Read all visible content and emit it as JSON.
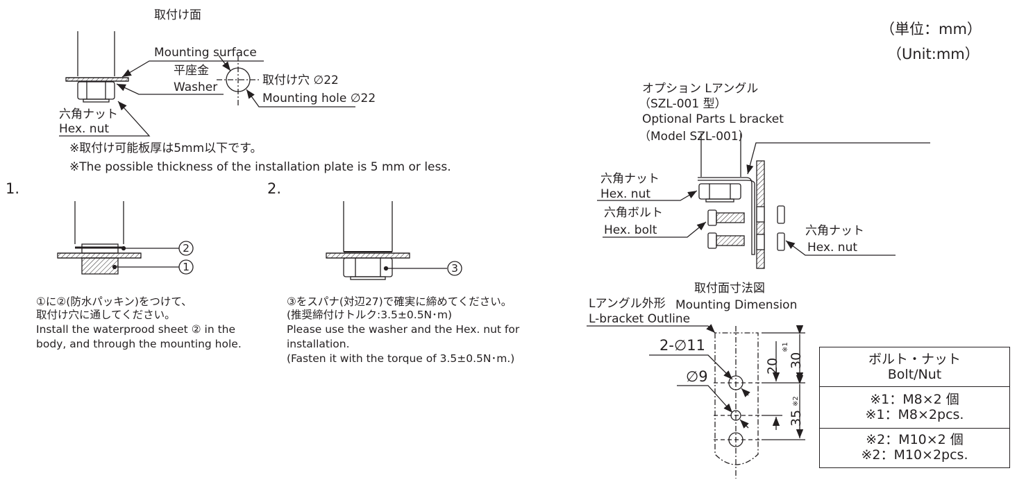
{
  "unit": {
    "ja": "（単位：mm）",
    "en": "（Unit:mm）"
  },
  "top_detail": {
    "mounting_surface_ja": "取付け面",
    "mounting_surface_en": "Mounting surface",
    "washer_ja": "平座金",
    "washer_en": "Washer",
    "hex_nut_ja": "六角ナット",
    "hex_nut_en": "Hex. nut",
    "hole_ja": "取付け穴 ∅22",
    "hole_en": "Mounting hole ∅22",
    "note_ja": "※取付け可能板厚は5mm以下です。",
    "note_en": "※The possible thickness of the installation plate is 5 mm or less."
  },
  "step1": {
    "number": "1.",
    "callout_2": "2",
    "callout_1": "1",
    "text_ja_1": "①に②(防水パッキン)をつけて、",
    "text_ja_2": "取付け穴に通してください。",
    "text_en_1": "Install the waterprood sheet ② in the",
    "text_en_2": "body, and through the mounting hole."
  },
  "step2": {
    "number": "2.",
    "callout_3": "3",
    "text_ja_1": "③をスパナ(対辺27)で確実に締めてください。",
    "text_ja_2": "(推奨締付けトルク:3.5±0.5N･m)",
    "text_en_1": "Please use the washer and the Hex. nut for",
    "text_en_2": "installation.",
    "text_en_3": "(Fasten it with the torque of 3.5±0.5N･m.)"
  },
  "bracket": {
    "option_ja": "オプション Lアングル",
    "model_ja": "（SZL-001 型）",
    "option_en": "Optional Parts L bracket",
    "model_en": "（Model SZL-001）",
    "hex_nut_ja": "六角ナット",
    "hex_nut_en": "Hex. nut",
    "hex_bolt_ja": "六角ボルト",
    "hex_bolt_en": "Hex. bolt",
    "hex_nut2_ja": "六角ナット",
    "hex_nut2_en": "Hex. nut"
  },
  "dimension": {
    "title_ja": "取付面寸法図",
    "title_en": "Mounting Dimension",
    "outline_ja": "Lアングル外形",
    "outline_en": "L-bracket Outline",
    "hole_large": "2-∅11",
    "hole_small": "∅9",
    "dim_20": "20",
    "dim_20_note": "※1",
    "dim_30": "30",
    "dim_35": "35",
    "dim_35_note": "※2"
  },
  "table": {
    "header_ja": "ボルト・ナット",
    "header_en": "Bolt/Nut",
    "row1_ja": "※1：M8×2 個",
    "row1_en": "※1：M8×2pcs.",
    "row2_ja": "※2：M10×2 個",
    "row2_en": "※2：M10×2pcs."
  }
}
